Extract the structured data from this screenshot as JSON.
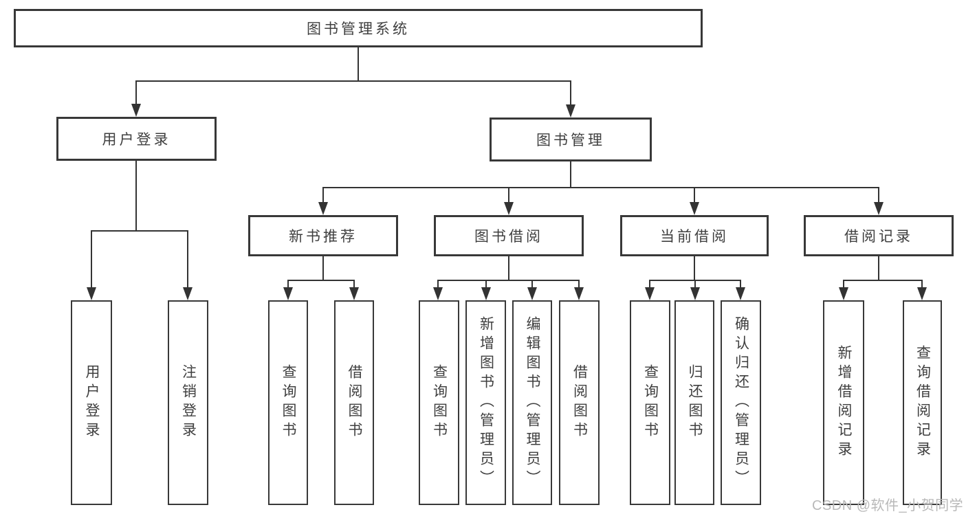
{
  "title": "图书管理系统",
  "tree": {
    "root": {
      "label": "图书管理系统"
    },
    "level2": [
      {
        "label": "用户登录",
        "parent": "图书管理系统"
      },
      {
        "label": "图书管理",
        "parent": "图书管理系统"
      }
    ],
    "level3": [
      {
        "label": "新书推荐",
        "parent": "图书管理"
      },
      {
        "label": "图书借阅",
        "parent": "图书管理"
      },
      {
        "label": "当前借阅",
        "parent": "图书管理"
      },
      {
        "label": "借阅记录",
        "parent": "图书管理"
      }
    ],
    "leaves": [
      {
        "label": "用户登录",
        "parent": "用户登录"
      },
      {
        "label": "注销登录",
        "parent": "用户登录"
      },
      {
        "label": "查询图书",
        "parent": "新书推荐"
      },
      {
        "label": "借阅图书",
        "parent": "新书推荐"
      },
      {
        "label": "查询图书",
        "parent": "图书借阅"
      },
      {
        "label": "新增图书（管理员）",
        "parent": "图书借阅"
      },
      {
        "label": "编辑图书（管理员）",
        "parent": "图书借阅"
      },
      {
        "label": "借阅图书",
        "parent": "图书借阅"
      },
      {
        "label": "查询图书",
        "parent": "当前借阅"
      },
      {
        "label": "归还图书",
        "parent": "当前借阅"
      },
      {
        "label": "确认归还（管理员）",
        "parent": "当前借阅"
      },
      {
        "label": "新增借阅记录",
        "parent": "借阅记录"
      },
      {
        "label": "查询借阅记录",
        "parent": "借阅记录"
      }
    ]
  },
  "watermark": {
    "text": "CSDN @软件_小贺同学"
  },
  "colors": {
    "line": "#333333",
    "border": "#383838",
    "text": "#3f3f3f",
    "watermark": "#b9b9b9",
    "background": "#ffffff"
  }
}
